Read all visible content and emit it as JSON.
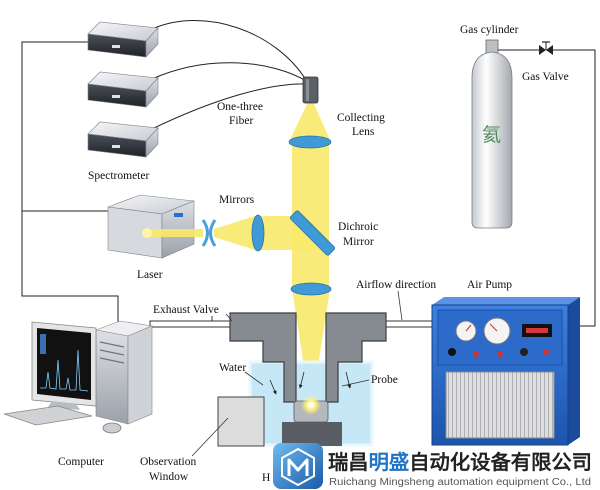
{
  "labels": {
    "gas_cylinder": "Gas cylinder",
    "gas_valve": "Gas Valve",
    "fiber": [
      "One-three",
      "Fiber"
    ],
    "collecting_lens": [
      "Collecting",
      "Lens"
    ],
    "spectrometer": "Spectrometer",
    "mirrors": "Mirrors",
    "dichroic_mirror": [
      "Dichroic",
      "Mirror"
    ],
    "laser": "Laser",
    "airflow_direction": "Airflow direction",
    "air_pump": "Air Pump",
    "exhaust_valve": "Exhaust Valve",
    "water": "Water",
    "probe": "Probe",
    "computer": "Computer",
    "observation_window": [
      "Observation",
      "Window"
    ],
    "partially_hidden_label": "H"
  },
  "gas_cylinder_marking": "氦",
  "watermark": {
    "company_cn": [
      "瑞昌",
      "明盛",
      "自动化设备有限公司"
    ],
    "company_en": "Ruichang Mingsheng automation equipment Co., Ltd"
  },
  "colors": {
    "laser_beam": "#f8e96c",
    "optics_blue": "#3f9ad5",
    "water": "#c6e8f6",
    "air_pump_blue": "#2d6bcb",
    "brand_blue": "#1f74c8",
    "cylinder_marking": "#4e8a57",
    "probe_body": "#868b92"
  }
}
